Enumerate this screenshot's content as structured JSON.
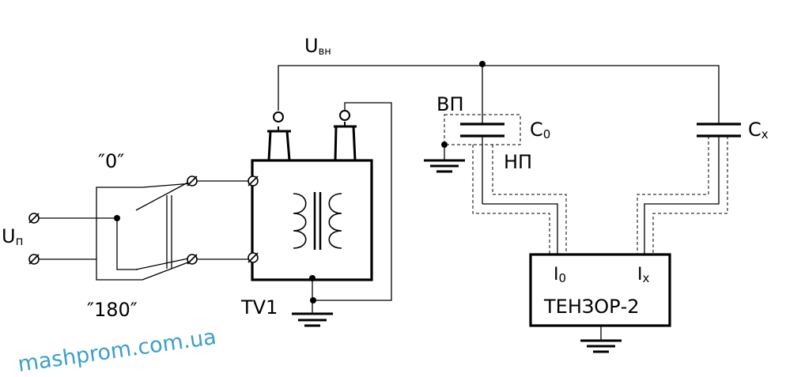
{
  "labels": {
    "u_hv_main": "U",
    "u_hv_sub": "вн",
    "vp": "ВП",
    "np": "НП",
    "c0_main": "C",
    "c0_sub": "0",
    "cx_main": "C",
    "cx_sub": "x",
    "switch_0": "″0″",
    "switch_180": "″180″",
    "up_main": "U",
    "up_sub": "п",
    "tv1": "TV1",
    "i0_main": "I",
    "i0_sub": "0",
    "ix_main": "I",
    "ix_sub": "x",
    "device": "ТЕНЗОР-2"
  },
  "watermark": "mashprom.com.ua",
  "colors": {
    "line": "#000000",
    "watermark": "#3aa0c8"
  }
}
